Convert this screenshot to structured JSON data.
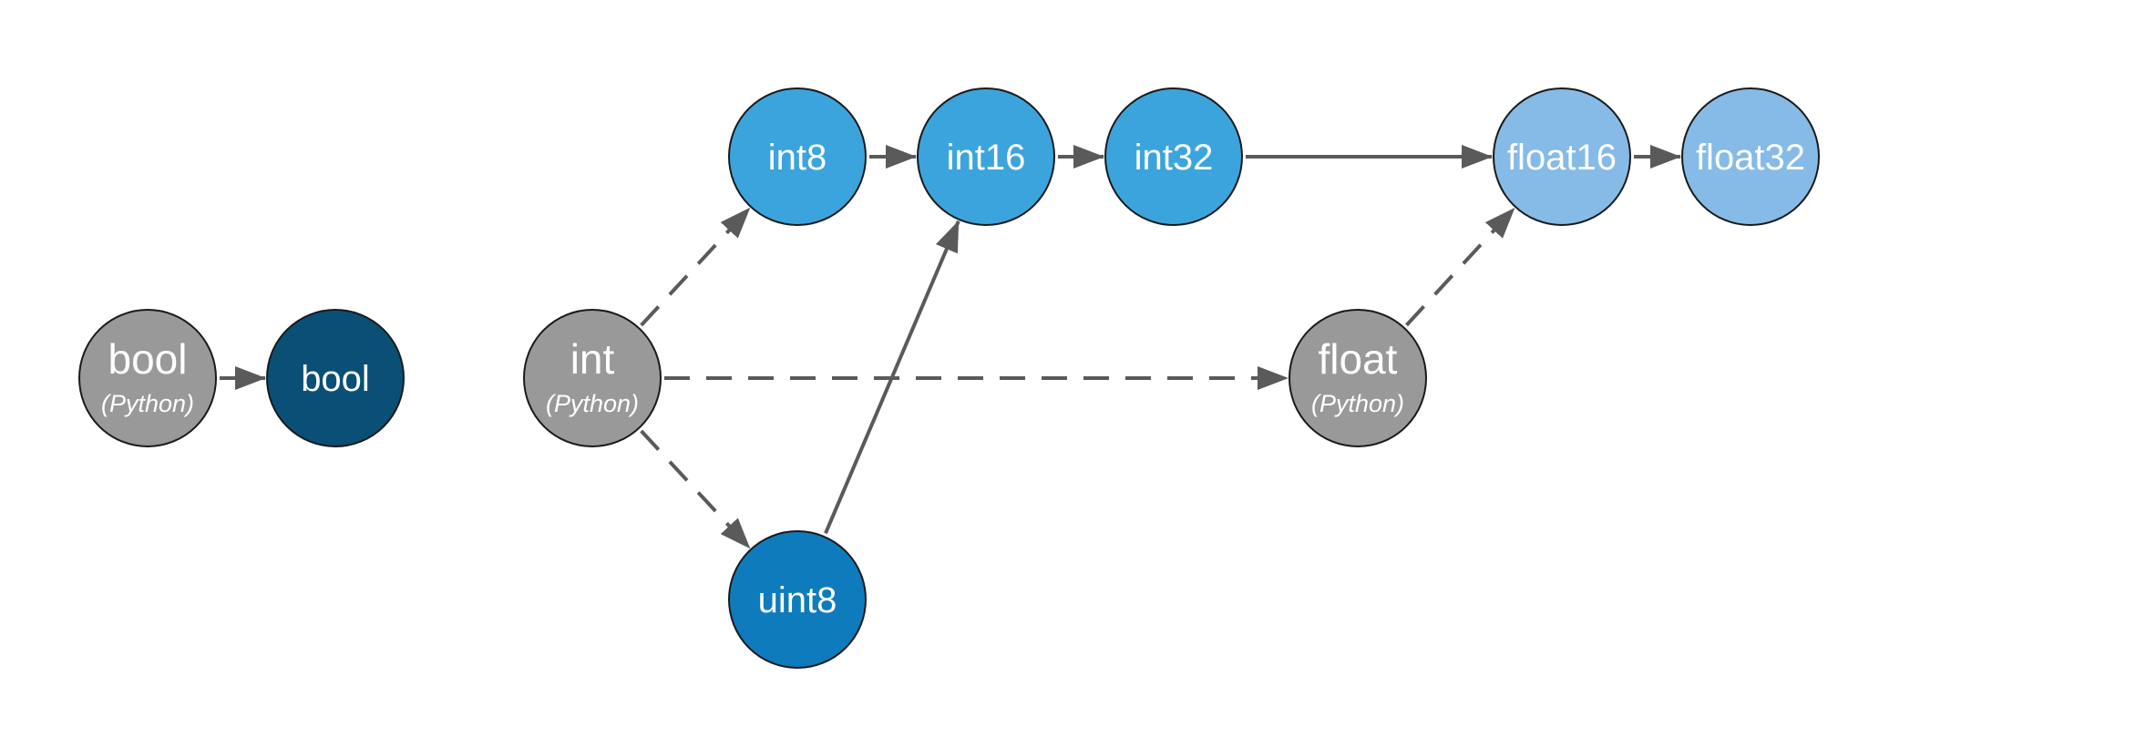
{
  "colors": {
    "python": "#999999",
    "bool": "#0a4f76",
    "uint": "#0e7bbd",
    "int": "#3ca4dd",
    "float": "#85bbe6",
    "edge": "#5a5a5a",
    "node_border": "#1a1a1a",
    "text": "#ffffff"
  },
  "nodes": [
    {
      "id": "bool_py",
      "label": "bool",
      "sub": "(Python)",
      "kind": "python"
    },
    {
      "id": "bool",
      "label": "bool",
      "sub": "",
      "kind": "bool"
    },
    {
      "id": "int_py",
      "label": "int",
      "sub": "(Python)",
      "kind": "python"
    },
    {
      "id": "int8",
      "label": "int8",
      "sub": "",
      "kind": "int"
    },
    {
      "id": "int16",
      "label": "int16",
      "sub": "",
      "kind": "int"
    },
    {
      "id": "int32",
      "label": "int32",
      "sub": "",
      "kind": "int"
    },
    {
      "id": "uint8",
      "label": "uint8",
      "sub": "",
      "kind": "uint"
    },
    {
      "id": "float_py",
      "label": "float",
      "sub": "(Python)",
      "kind": "python"
    },
    {
      "id": "float16",
      "label": "float16",
      "sub": "",
      "kind": "float"
    },
    {
      "id": "float32",
      "label": "float32",
      "sub": "",
      "kind": "float"
    }
  ],
  "edges": [
    {
      "from": "bool_py",
      "to": "bool",
      "style": "solid"
    },
    {
      "from": "int_py",
      "to": "int8",
      "style": "dashed"
    },
    {
      "from": "int_py",
      "to": "uint8",
      "style": "dashed"
    },
    {
      "from": "int_py",
      "to": "float_py",
      "style": "dashed"
    },
    {
      "from": "int8",
      "to": "int16",
      "style": "solid"
    },
    {
      "from": "int16",
      "to": "int32",
      "style": "solid"
    },
    {
      "from": "uint8",
      "to": "int16",
      "style": "solid"
    },
    {
      "from": "int32",
      "to": "float16",
      "style": "solid"
    },
    {
      "from": "float_py",
      "to": "float16",
      "style": "dashed"
    },
    {
      "from": "float16",
      "to": "float32",
      "style": "solid"
    }
  ]
}
